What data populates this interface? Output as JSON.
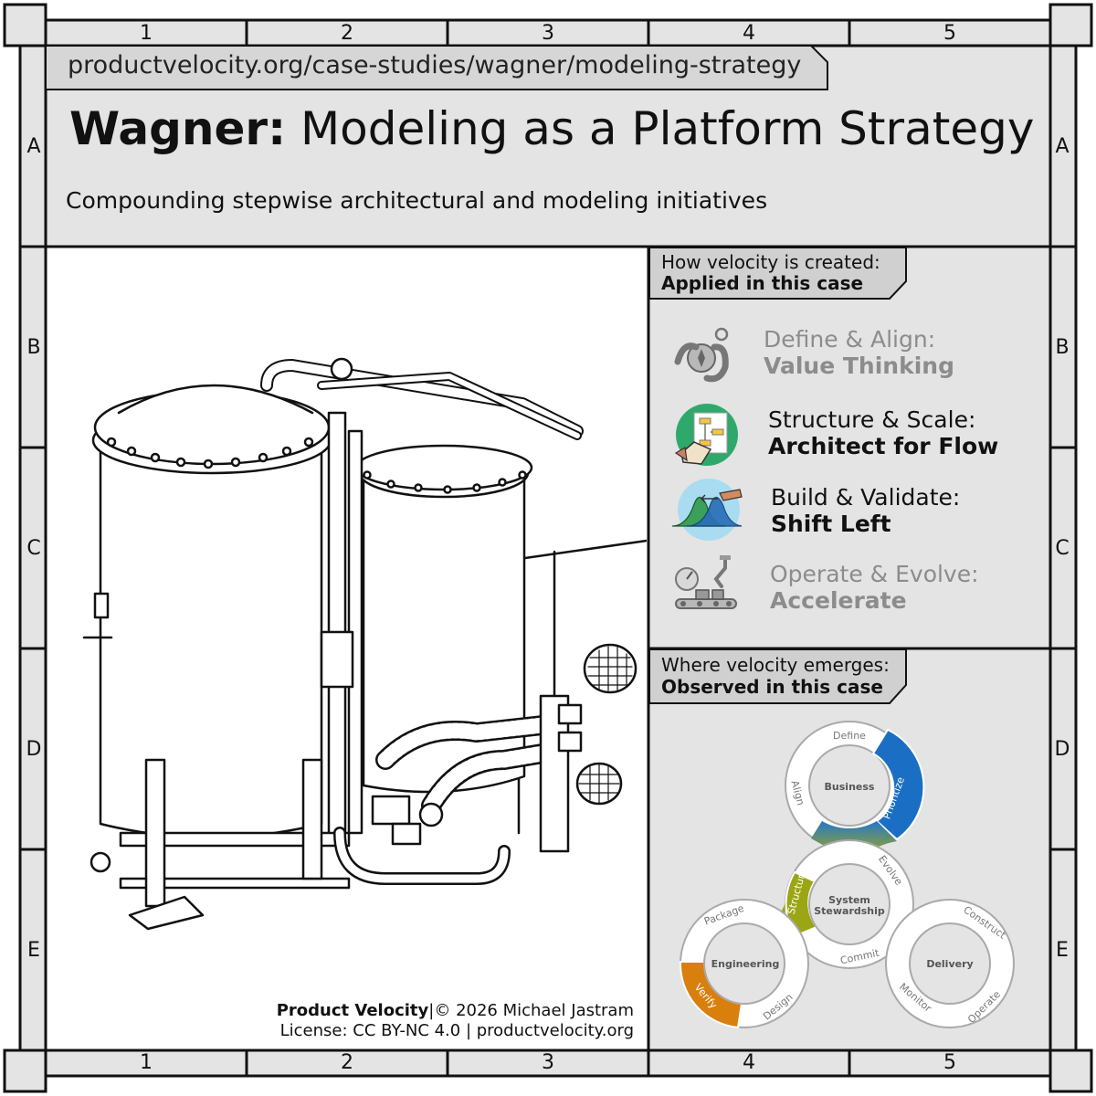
{
  "frame": {
    "columns": [
      "1",
      "2",
      "3",
      "4",
      "5"
    ],
    "rows": [
      "A",
      "B",
      "C",
      "D",
      "E"
    ]
  },
  "header": {
    "url": "productvelocity.org/case-studies/wagner/modeling-strategy",
    "title_bold": "Wagner:",
    "title_rest": "Modeling as a Platform Strategy",
    "subtitle": "Compounding stepwise architectural and modeling initiatives"
  },
  "applied": {
    "tab_line1": "How velocity is created:",
    "tab_line2": "Applied in this case",
    "steps": [
      {
        "label": "Define & Align:",
        "name": "Value Thinking",
        "active": false,
        "icon": "compass-hands-icon"
      },
      {
        "label": "Structure & Scale:",
        "name": "Architect for Flow",
        "active": true,
        "icon": "architecture-blueprint-icon"
      },
      {
        "label": "Build & Validate:",
        "name": "Shift Left",
        "active": true,
        "icon": "shift-left-curve-icon"
      },
      {
        "label": "Operate & Evolve:",
        "name": "Accelerate",
        "active": false,
        "icon": "conveyor-robot-icon"
      }
    ]
  },
  "observed": {
    "tab_line1": "Where velocity emerges:",
    "tab_line2": "Observed in this case",
    "loops": {
      "business": {
        "title": "Business",
        "segments": [
          "Define",
          "Prioritize",
          "Align"
        ]
      },
      "system": {
        "title_line1": "System",
        "title_line2": "Stewardship",
        "segments": [
          "Evolve",
          "Commit",
          "Structure"
        ]
      },
      "engineering": {
        "title": "Engineering",
        "segments": [
          "Package",
          "Verify",
          "Design"
        ]
      },
      "delivery": {
        "title": "Delivery",
        "segments": [
          "Construct",
          "Operate",
          "Monitor"
        ]
      }
    },
    "colors": {
      "prioritize": "#1a6fc4",
      "structure": "#9aa614",
      "verify": "#d97f0e"
    }
  },
  "credit": {
    "brand": "Product Velocity",
    "sep": "|",
    "copyright": "© 2026 Michael Jastram",
    "license": "License: CC BY-NC 4.0 | productvelocity.org"
  }
}
